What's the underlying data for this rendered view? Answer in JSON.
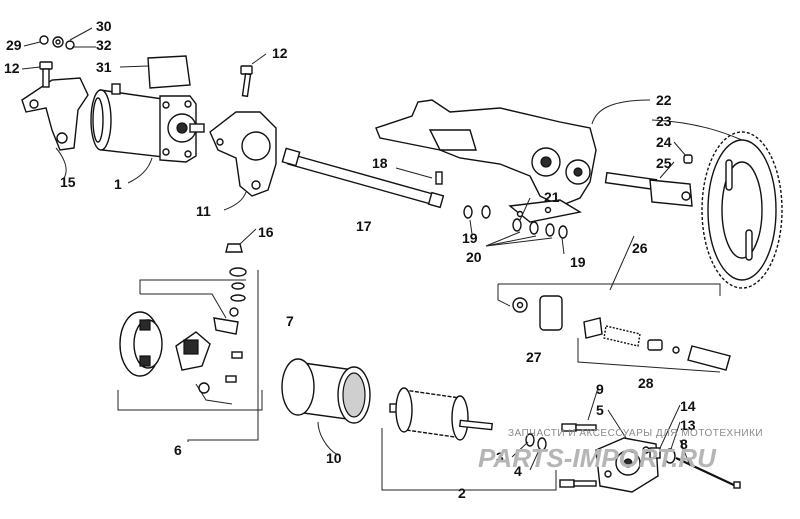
{
  "callouts": {
    "c1": "1",
    "c2": "2",
    "c3": "3",
    "c4": "4",
    "c5": "5",
    "c6": "6",
    "c7": "7",
    "c8": "8",
    "c9": "9",
    "c10": "10",
    "c11": "11",
    "c12a": "12",
    "c12b": "12",
    "c13": "13",
    "c14": "14",
    "c15": "15",
    "c16": "16",
    "c17": "17",
    "c18": "18",
    "c19a": "19",
    "c19b": "19",
    "c20": "20",
    "c21": "21",
    "c22": "22",
    "c23": "23",
    "c24": "24",
    "c25": "25",
    "c26": "26",
    "c27": "27",
    "c28": "28",
    "c29": "29",
    "c30": "30",
    "c31": "31",
    "c32": "32"
  },
  "watermark": {
    "line1": "ЗАПЧАСТИ И АКСЕССУАРЫ ДЛЯ МОТОТЕХНИКИ",
    "line2": "PARTS-IMPORT.RU"
  },
  "colors": {
    "line": "#111111",
    "background": "#ffffff",
    "watermark": "#b5b5b5"
  }
}
